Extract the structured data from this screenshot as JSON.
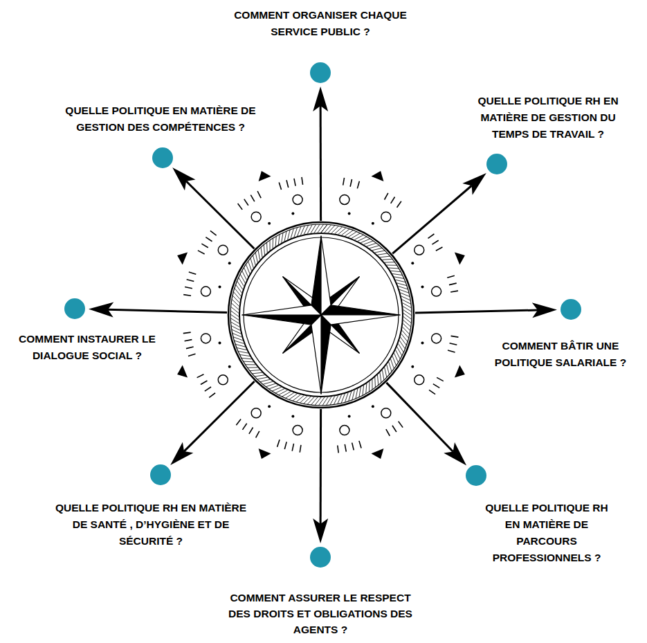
{
  "diagram": {
    "labels": [
      "COMMENT ORGANISER CHAQUE SERVICE PUBLIC ?",
      "QUELLE POLITIQUE EN MATIÈRE DE GESTION DES COMPÉTENCES ?",
      "QUELLE POLITIQUE RH EN MATIÈRE DE GESTION DU TEMPS DE TRAVAIL ?",
      "COMMENT INSTAURER LE DIALOGUE SOCIAL ?",
      "COMMENT BÂTIR UNE POLITIQUE SALARIALE ?",
      "QUELLE POLITIQUE RH EN MATIÈRE DE SANTÉ , D’HYGIÈNE ET DE SÉCURITÉ ?",
      "QUELLE POLITIQUE RH EN MATIÈRE DE PARCOURS PROFESSIONNELS ?",
      "COMMENT ASSURER LE RESPECT DES DROITS ET OBLIGATIONS DES AGENTS ?"
    ]
  }
}
